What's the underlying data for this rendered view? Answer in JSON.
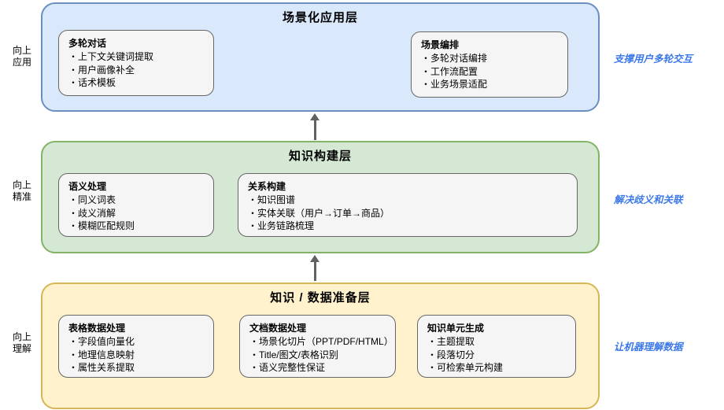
{
  "diagram": {
    "arrow_color": "#616161",
    "annotation_color": "#3b78e8",
    "module_fill": "#f5f5f5",
    "module_stroke": "#666666",
    "layers": [
      {
        "title": "场景化应用层",
        "side_label": "向上\n应用",
        "annotation": "支撑用户多轮交互",
        "fill": "#dae8fc",
        "stroke": "#6c8ebf",
        "boxes": [
          {
            "title": "多轮对话",
            "items": [
              "上下文关键词提取",
              "用户画像补全",
              "话术模板"
            ]
          },
          {
            "title": "场景编排",
            "items": [
              "多轮对话编排",
              "工作流配置",
              "业务场景适配"
            ]
          }
        ]
      },
      {
        "title": "知识构建层",
        "side_label": "向上\n精准",
        "annotation": "解决歧义和关联",
        "fill": "#d5e8d4",
        "stroke": "#82b366",
        "boxes": [
          {
            "title": "语义处理",
            "items": [
              "同义词表",
              "歧义消解",
              "模糊匹配规则"
            ]
          },
          {
            "title": "关系构建",
            "items": [
              "知识图谱",
              "实体关联（用户→订单→商品）",
              "业务链路梳理"
            ]
          }
        ]
      },
      {
        "title": "知识 / 数据准备层",
        "side_label": "向上\n理解",
        "annotation": "让机器理解数据",
        "fill": "#fff2cc",
        "stroke": "#d6b656",
        "boxes": [
          {
            "title": "表格数据处理",
            "items": [
              "字段值向量化",
              "地理信息映射",
              "属性关系提取"
            ]
          },
          {
            "title": "文档数据处理",
            "items": [
              "场景化切片（PPT/PDF/HTML）",
              "Title/图文/表格识别",
              "语义完整性保证"
            ]
          },
          {
            "title": "知识单元生成",
            "items": [
              "主题提取",
              "段落切分",
              "可检索单元构建"
            ]
          }
        ]
      }
    ]
  }
}
